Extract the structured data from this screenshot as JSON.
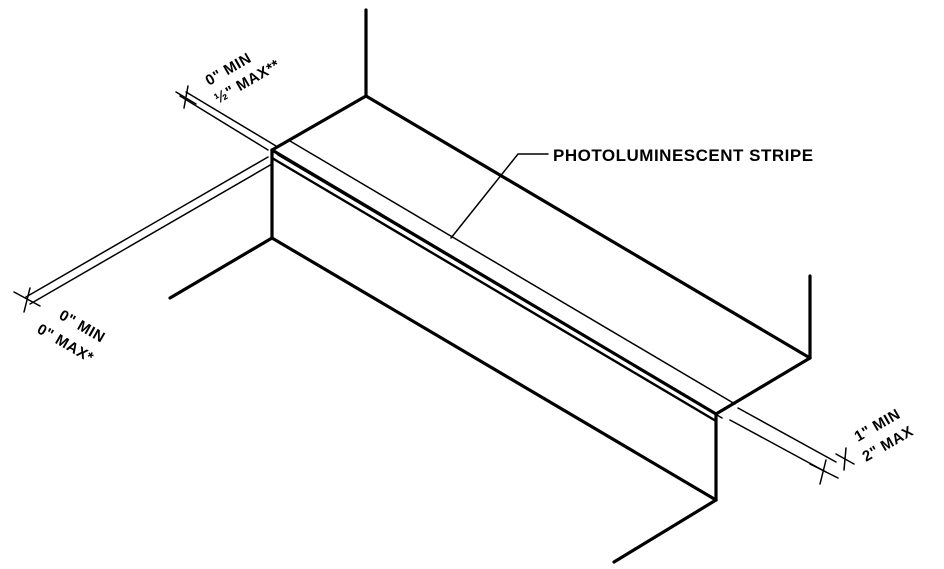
{
  "labels": {
    "stripe": "PHOTOLUMINESCENT STRIPE",
    "top_dim_min": "0\" MIN",
    "top_dim_max": "½\" MAX**",
    "left_dim_min": "0\" MIN",
    "left_dim_max": "0\" MAX*",
    "right_dim_min": "1\" MIN",
    "right_dim_max": "2\" MAX"
  },
  "colors": {
    "ink": "#000000",
    "paper": "#ffffff"
  }
}
